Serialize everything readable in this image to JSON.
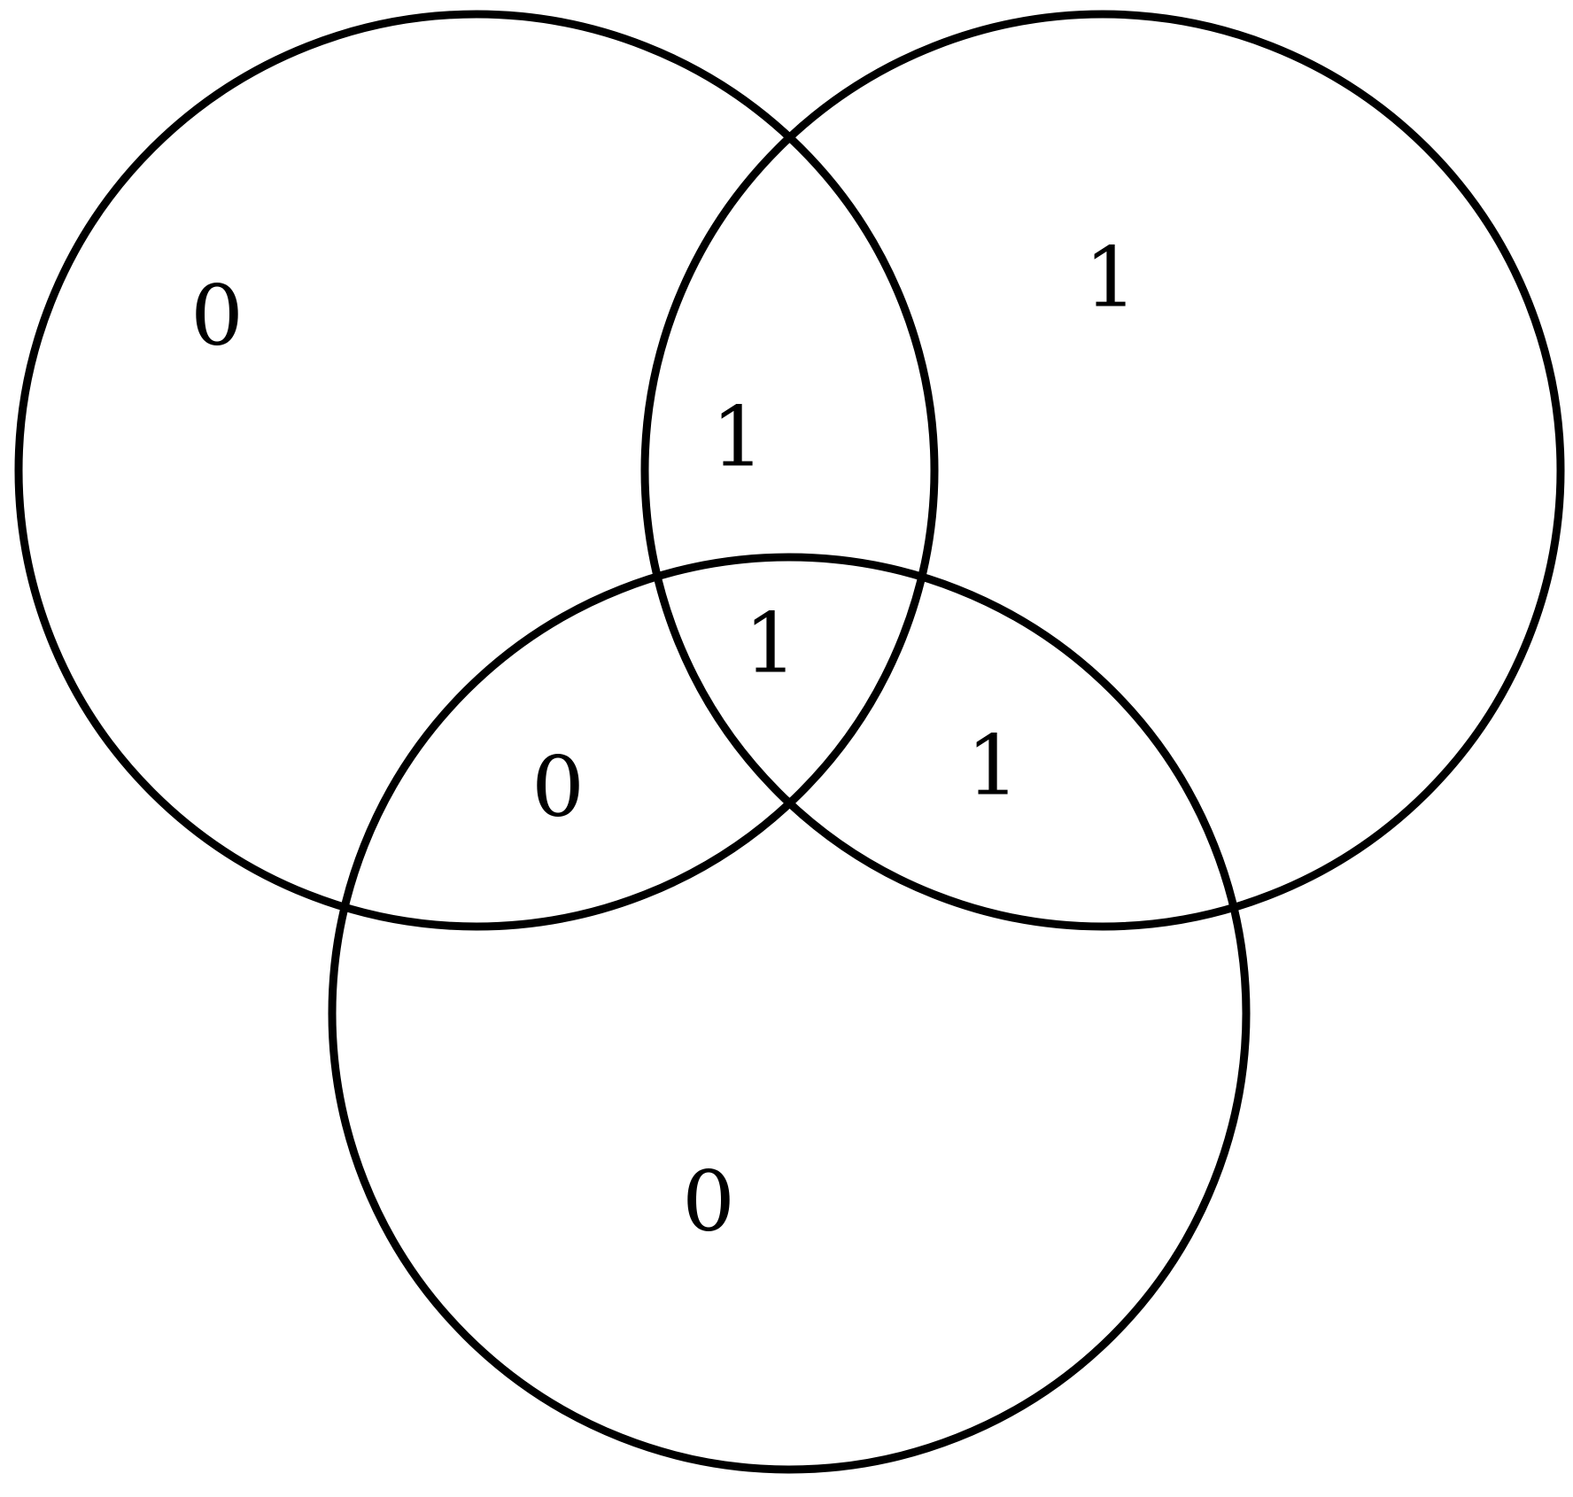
{
  "diagram": {
    "type": "venn-3",
    "line_color": "#000000",
    "background": "#ffffff",
    "regions": {
      "only_left": "0",
      "only_right": "1",
      "left_right": "1",
      "left_right_bottom": "1",
      "left_bottom": "0",
      "right_bottom": "1",
      "only_bottom": "0"
    }
  }
}
